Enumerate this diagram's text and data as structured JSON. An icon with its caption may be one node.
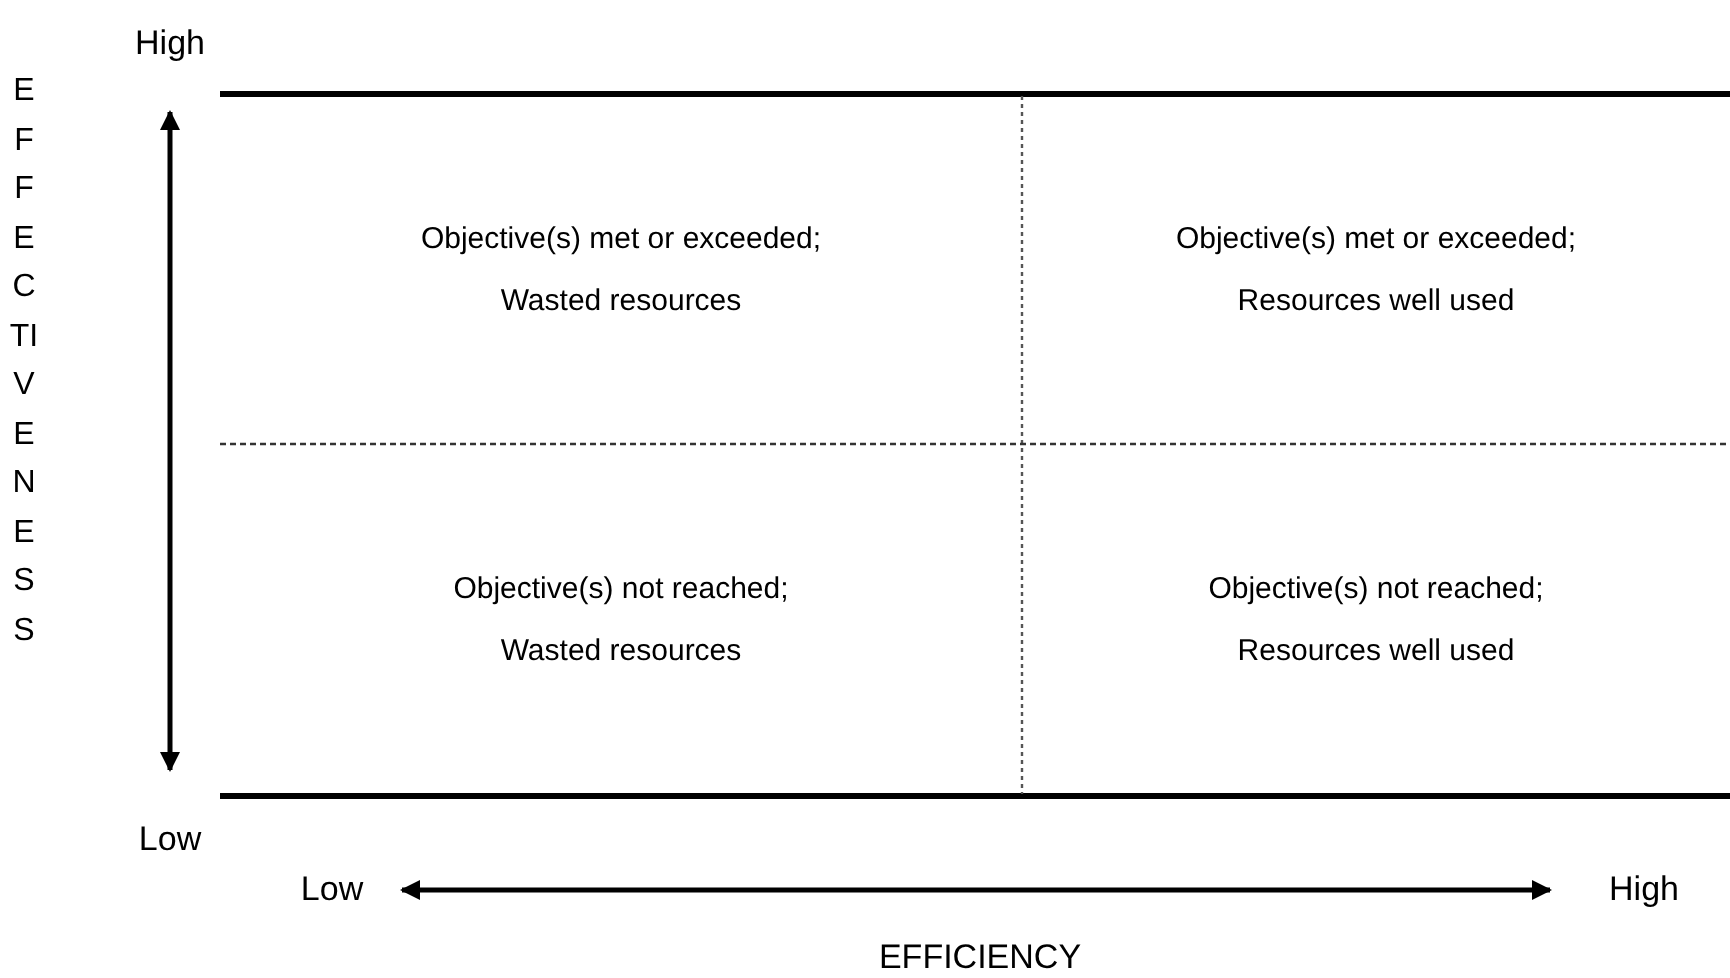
{
  "diagram": {
    "nodes": [
      {
        "text": [
          "Objective(s) met or exceeded;",
          "Wasted resources"
        ]
      },
      {
        "text": [
          "Objective(s) met or exceeded;",
          "Resources well used"
        ]
      },
      {
        "text": [
          "Objective(s) not reached;",
          "Wasted resources"
        ]
      },
      {
        "text": [
          "Objective(s) not reached;",
          "Resources well used"
        ]
      }
    ],
    "labels": [
      "High",
      "EFFECTIVENESS",
      "Low",
      "Low",
      "High",
      "EFFICIENCY"
    ]
  }
}
